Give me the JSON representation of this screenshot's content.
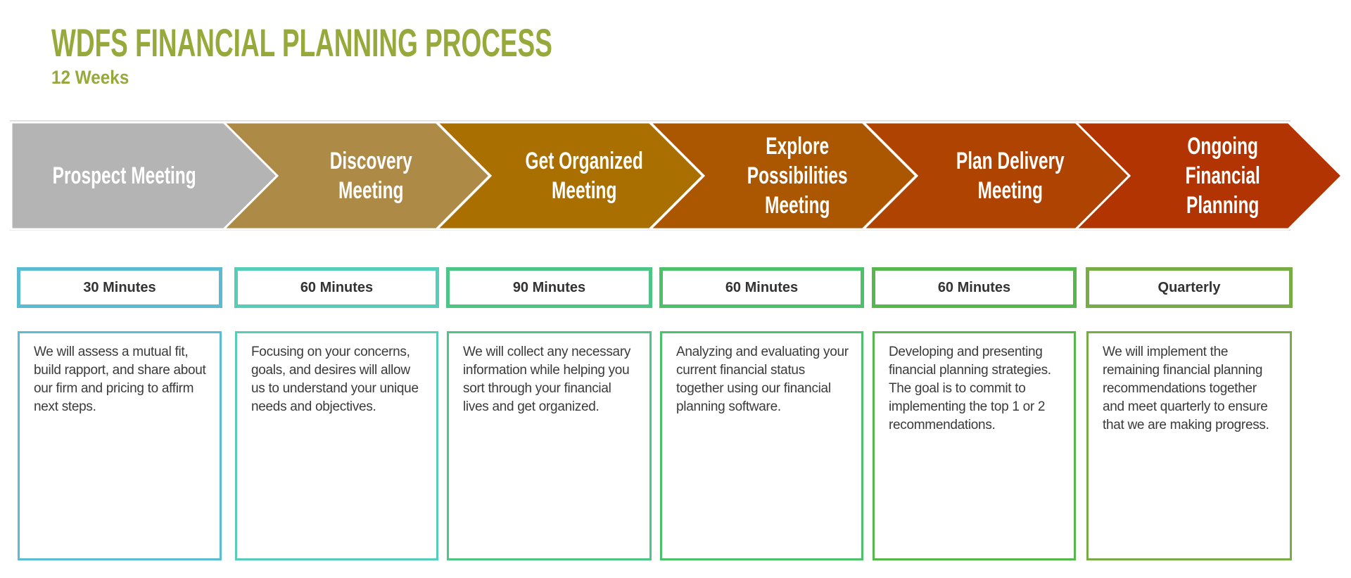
{
  "header": {
    "title": "WDFS FINANCIAL PLANNING PROCESS",
    "subtitle": "12 Weeks"
  },
  "stages": [
    {
      "label": "Prospect   Meeting",
      "color": "#B4B4B4",
      "duration": "30 Minutes",
      "border_color": "#5BBBD3",
      "description": "We will assess a mutual fit, build rapport, and share about our firm and pricing to affirm next steps."
    },
    {
      "label": "Discovery\nMeeting",
      "color": "#AD8A46",
      "duration": "60 Minutes",
      "border_color": "#56CDB9",
      "description": "Focusing on your concerns, goals, and desires will allow us to understand your unique needs and objectives."
    },
    {
      "label": "Get Organized\nMeeting",
      "color": "#A96F01",
      "duration": "90 Minutes",
      "border_color": "#4CC585",
      "description": "We will collect any necessary information while helping you sort through your financial lives and get organized."
    },
    {
      "label": "Explore\nPossibilities\nMeeting",
      "color": "#AB5601",
      "duration": "60 Minutes",
      "border_color": "#4CC16A",
      "description": "Analyzing and evaluating your current financial status together using our financial planning software."
    },
    {
      "label": "Plan Delivery\nMeeting",
      "color": "#AF4302",
      "duration": "60 Minutes",
      "border_color": "#55B84C",
      "description": "Developing and presenting financial planning strategies. The goal is to commit to implementing the top 1 or 2 recommendations."
    },
    {
      "label": "Ongoing\nFinancial\nPlanning",
      "color": "#B23402",
      "duration": "Quarterly",
      "border_color": "#78AC46",
      "description": "We will implement the remaining financial planning recommendations together and meet quarterly to ensure that we are making progress."
    }
  ]
}
